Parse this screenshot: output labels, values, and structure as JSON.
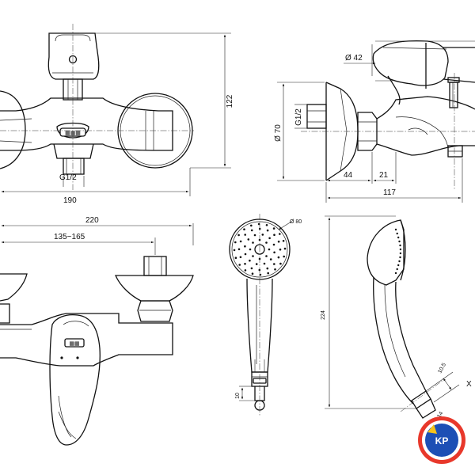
{
  "dimensions": {
    "front_height": "122",
    "front_width": "190",
    "front_thread": "G1/2",
    "side_lever_dia": "Ø 42",
    "side_wall_dia": "Ø 70",
    "side_thread": "G1/2",
    "side_depth_a": "44",
    "side_depth_b": "21",
    "side_depth_total": "117",
    "bottom_width": "220",
    "bottom_centers": "135~165",
    "shower_head_dia": "Ø 80",
    "shower_length": "224",
    "shower_small_a": "10",
    "shower_small_b": "10.5",
    "shower_small_c": "Ø 14",
    "shower_ref_letter": "X"
  },
  "logo": {
    "text": "KP",
    "ring_color": "#e8382b",
    "fill_color": "#1d4fb5",
    "accent_color": "#f6c21a"
  }
}
